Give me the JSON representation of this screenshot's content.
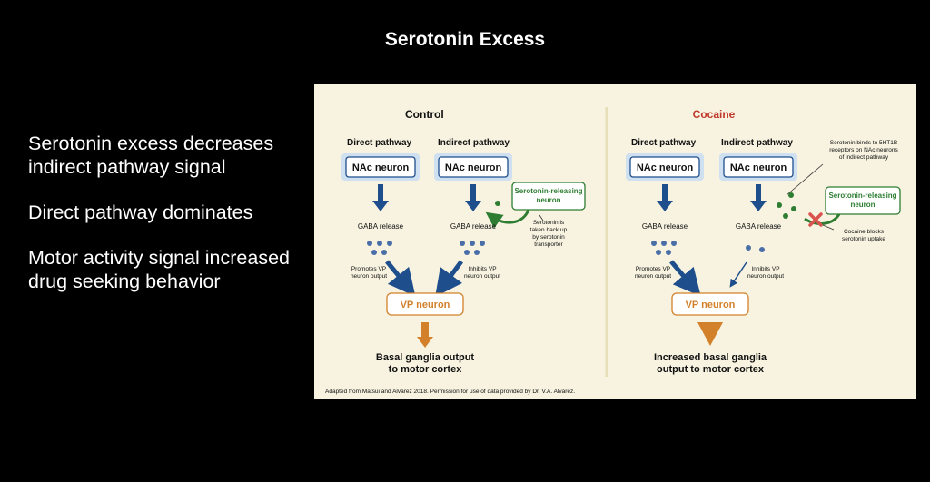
{
  "slide": {
    "title": "Serotonin Excess",
    "bullets": [
      "Serotonin excess decreases indirect pathway signal",
      "Direct pathway dominates",
      "Motor activity signal increased drug seeking behavior"
    ]
  },
  "figure": {
    "control": {
      "title": "Control",
      "direct_label": "Direct pathway",
      "indirect_label": "Indirect pathway",
      "nac_direct": "NAc neuron",
      "nac_indirect": "NAc neuron",
      "gaba_direct": "GABA release",
      "gaba_indirect": "GABA release",
      "serotonin_box": [
        "Serotonin-releasing",
        "neuron"
      ],
      "serotonin_note": [
        "Serotonin is",
        "taken back up",
        "by serotonin",
        "transporter"
      ],
      "promotes": [
        "Promotes VP",
        "neuron output"
      ],
      "inhibits": [
        "Inhibits VP",
        "neuron output"
      ],
      "vp": "VP neuron",
      "output": [
        "Basal ganglia output",
        "to motor cortex"
      ]
    },
    "cocaine": {
      "title": "Cocaine",
      "direct_label": "Direct pathway",
      "indirect_label": "Indirect pathway",
      "nac_direct": "NAc neuron",
      "nac_indirect": "NAc neuron",
      "gaba_direct": "GABA release",
      "gaba_indirect": "GABA release",
      "serotonin_top_note": [
        "Serotonin binds to 5HT1B",
        "receptors on NAc neurons",
        "of indirect pathway"
      ],
      "serotonin_box": [
        "Serotonin-releasing",
        "neuron"
      ],
      "block_note": [
        "Cocaine blocks",
        "serotonin uptake"
      ],
      "promotes": [
        "Promotes VP",
        "neuron output"
      ],
      "inhibits": [
        "Inhibits VP",
        "neuron output"
      ],
      "vp": "VP neuron",
      "output": [
        "Increased basal ganglia",
        "output to motor cortex"
      ]
    },
    "credit": "Adapted from Matsui and Alvarez 2018. Permission for use of data provided by Dr. V.A. Alvarez.",
    "colors": {
      "title_red": "#c0392b",
      "neuron_blue": "#1f4e8c",
      "serotonin_green": "#2e7d32",
      "vp_orange": "#d2812a",
      "block_red": "#d9534f"
    }
  }
}
